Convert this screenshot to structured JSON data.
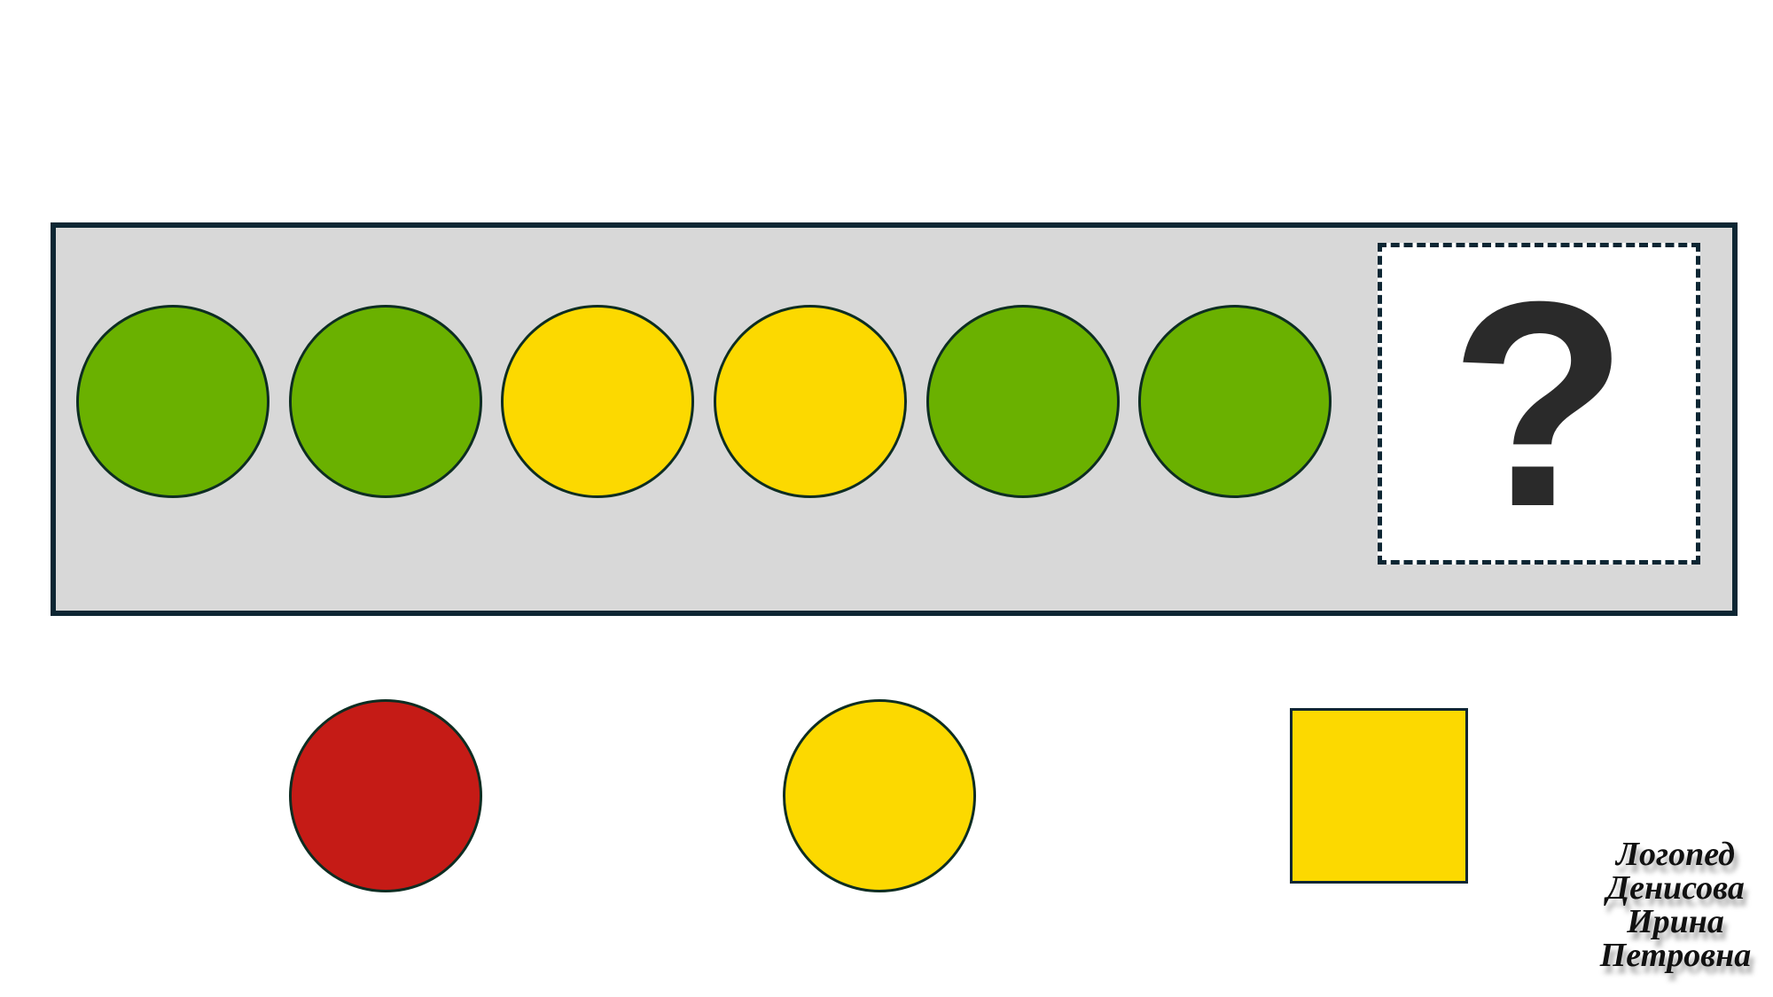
{
  "colors": {
    "green": "#6ab100",
    "yellow": "#fcd900",
    "red": "#c51b16",
    "frame": "#0d2633",
    "panel": "#d8d8d8"
  },
  "sequence": [
    {
      "shape": "circle",
      "color": "green"
    },
    {
      "shape": "circle",
      "color": "green"
    },
    {
      "shape": "circle",
      "color": "yellow"
    },
    {
      "shape": "circle",
      "color": "yellow"
    },
    {
      "shape": "circle",
      "color": "green"
    },
    {
      "shape": "circle",
      "color": "green"
    }
  ],
  "question_mark": "?",
  "options": [
    {
      "shape": "circle",
      "color": "red"
    },
    {
      "shape": "circle",
      "color": "yellow"
    },
    {
      "shape": "square",
      "color": "yellow"
    }
  ],
  "signature": {
    "line1": "Логопед",
    "line2": "Денисова",
    "line3": "Ирина",
    "line4": "Петровна"
  }
}
